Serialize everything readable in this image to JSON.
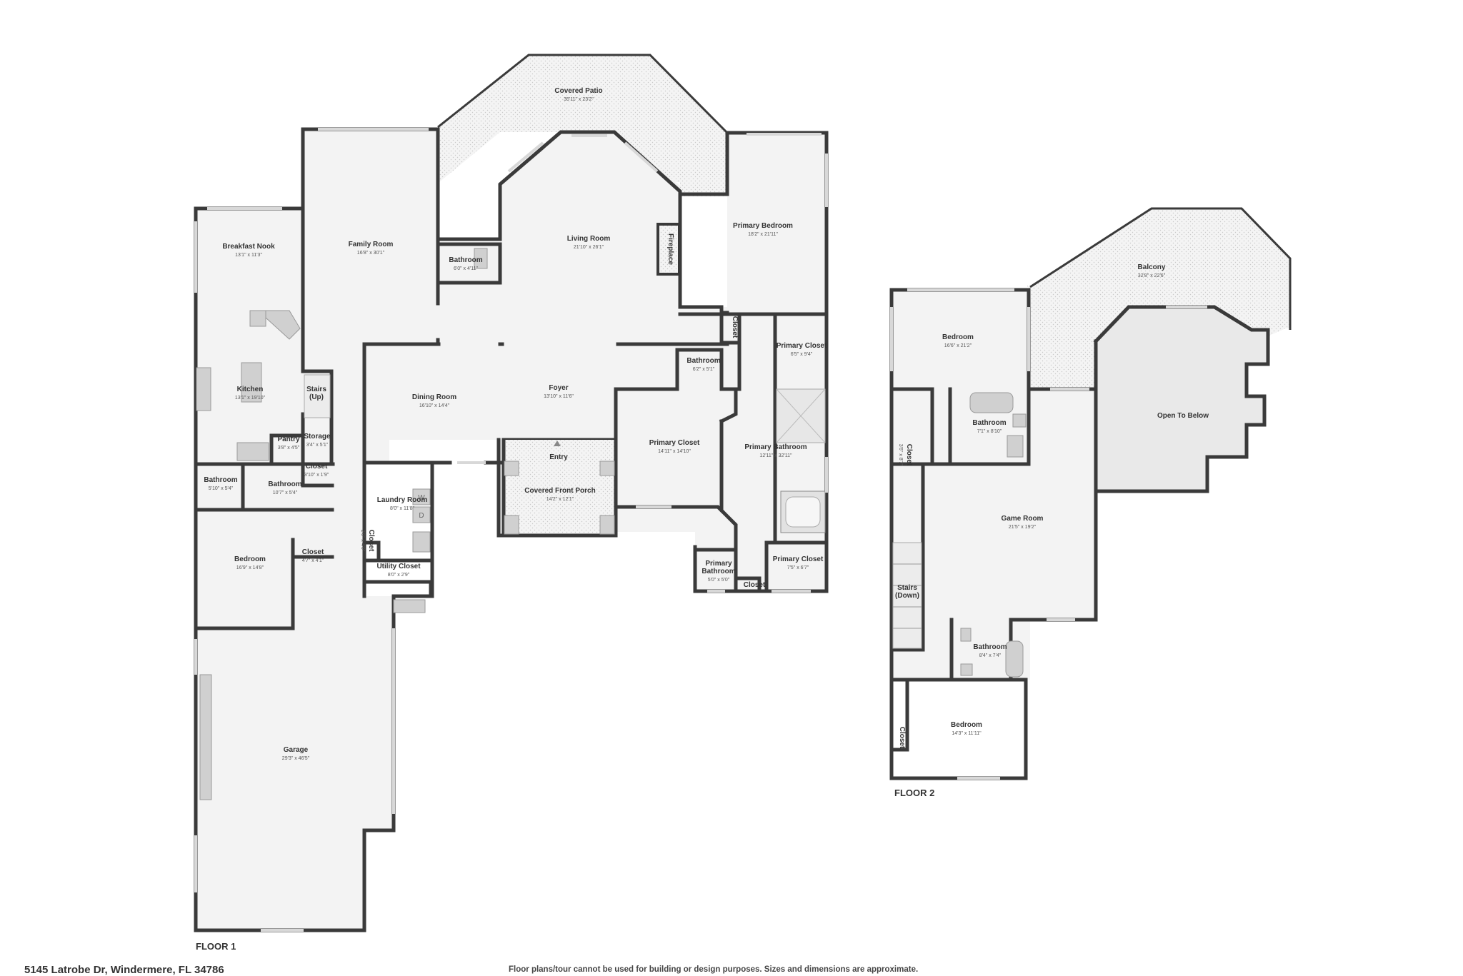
{
  "address": "5145 Latrobe Dr, Windermere, FL 34786",
  "disclaimer": "Floor plans/tour cannot be used for building or design purposes. Sizes and dimensions are approximate.",
  "floors": [
    {
      "label": "FLOOR 1",
      "rooms": [
        {
          "id": "covered_patio",
          "name": "Covered Patio",
          "dims": "35'11\" x 23'2\""
        },
        {
          "id": "breakfast_nook",
          "name": "Breakfast Nook",
          "dims": "13'1\" x 11'3\""
        },
        {
          "id": "family_room",
          "name": "Family Room",
          "dims": "16'8\" x 30'1\""
        },
        {
          "id": "bathroom_a",
          "name": "Bathroom",
          "dims": "6'0\" x 4'11\""
        },
        {
          "id": "living_room",
          "name": "Living Room",
          "dims": "21'10\" x 26'1\""
        },
        {
          "id": "fireplace",
          "name": "Fireplace",
          "dims": ""
        },
        {
          "id": "primary_bedroom",
          "name": "Primary Bedroom",
          "dims": "18'2\" x 21'11\""
        },
        {
          "id": "closet_a",
          "name": "Closet",
          "dims": ""
        },
        {
          "id": "primary_closet_a",
          "name": "Primary Closet",
          "dims": "6'5\" x 9'4\""
        },
        {
          "id": "bathroom_b",
          "name": "Bathroom",
          "dims": "6'2\" x 5'1\""
        },
        {
          "id": "kitchen",
          "name": "Kitchen",
          "dims": "13'1\" x 19'10\""
        },
        {
          "id": "stairs_up",
          "name": "Stairs (Up)",
          "dims": ""
        },
        {
          "id": "dining_room",
          "name": "Dining Room",
          "dims": "16'10\" x 14'4\""
        },
        {
          "id": "foyer",
          "name": "Foyer",
          "dims": "13'10\" x 11'6\""
        },
        {
          "id": "primary_closet_b",
          "name": "Primary Closet",
          "dims": "14'11\" x 14'10\""
        },
        {
          "id": "primary_bathroom",
          "name": "Primary Bathroom",
          "dims": "12'11\" x 32'11\""
        },
        {
          "id": "pantry",
          "name": "Pantry",
          "dims": "3'8\" x 4'5\""
        },
        {
          "id": "storage",
          "name": "Storage",
          "dims": "3'4\" x 5'1\""
        },
        {
          "id": "entry",
          "name": "Entry",
          "dims": ""
        },
        {
          "id": "closet_b",
          "name": "Closet",
          "dims": "3'10\" x 1'9\""
        },
        {
          "id": "bathroom_c",
          "name": "Bathroom",
          "dims": "5'10\" x 5'4\""
        },
        {
          "id": "bathroom_d",
          "name": "Bathroom",
          "dims": "10'7\" x 5'4\""
        },
        {
          "id": "covered_front_porch",
          "name": "Covered Front Porch",
          "dims": "14'2\" x 12'1\""
        },
        {
          "id": "laundry_room",
          "name": "Laundry Room",
          "dims": "8'0\" x 11'8\""
        },
        {
          "id": "closet_c",
          "name": "Closet",
          "dims": "2'0\" x 4'0\""
        },
        {
          "id": "bedroom_a",
          "name": "Bedroom",
          "dims": "16'9\" x 14'8\""
        },
        {
          "id": "closet_d",
          "name": "Closet",
          "dims": "4'7\" x 4'1\""
        },
        {
          "id": "utility_closet",
          "name": "Utility Closet",
          "dims": "8'0\" x 2'9\""
        },
        {
          "id": "primary_closet_c",
          "name": "Primary Closet",
          "dims": "7'5\" x 6'7\""
        },
        {
          "id": "primary_bathroom_b",
          "name": "Primary Bathroom",
          "dims": "5'0\" x 5'0\""
        },
        {
          "id": "closet_e",
          "name": "Closet",
          "dims": ""
        },
        {
          "id": "garage",
          "name": "Garage",
          "dims": "29'3\" x 46'5\""
        }
      ]
    },
    {
      "label": "FLOOR 2",
      "rooms": [
        {
          "id": "balcony",
          "name": "Balcony",
          "dims": "32'8\" x 22'6\""
        },
        {
          "id": "bedroom_2a",
          "name": "Bedroom",
          "dims": "16'6\" x 21'2\""
        },
        {
          "id": "open_to_below",
          "name": "Open To Below",
          "dims": ""
        },
        {
          "id": "bathroom_2a",
          "name": "Bathroom",
          "dims": "7'1\" x 8'10\""
        },
        {
          "id": "closet_2a",
          "name": "Closet",
          "dims": "3'6\" x 8'7\""
        },
        {
          "id": "game_room",
          "name": "Game Room",
          "dims": "21'5\" x 19'2\""
        },
        {
          "id": "stairs_down",
          "name": "Stairs (Down)",
          "dims": ""
        },
        {
          "id": "bathroom_2b",
          "name": "Bathroom",
          "dims": "8'4\" x 7'4\""
        },
        {
          "id": "closet_2b",
          "name": "Closet",
          "dims": ""
        },
        {
          "id": "bedroom_2b",
          "name": "Bedroom",
          "dims": "14'3\" x 11'11\""
        }
      ]
    }
  ],
  "appliance_marks": {
    "washer": "W",
    "dryer": "D"
  }
}
